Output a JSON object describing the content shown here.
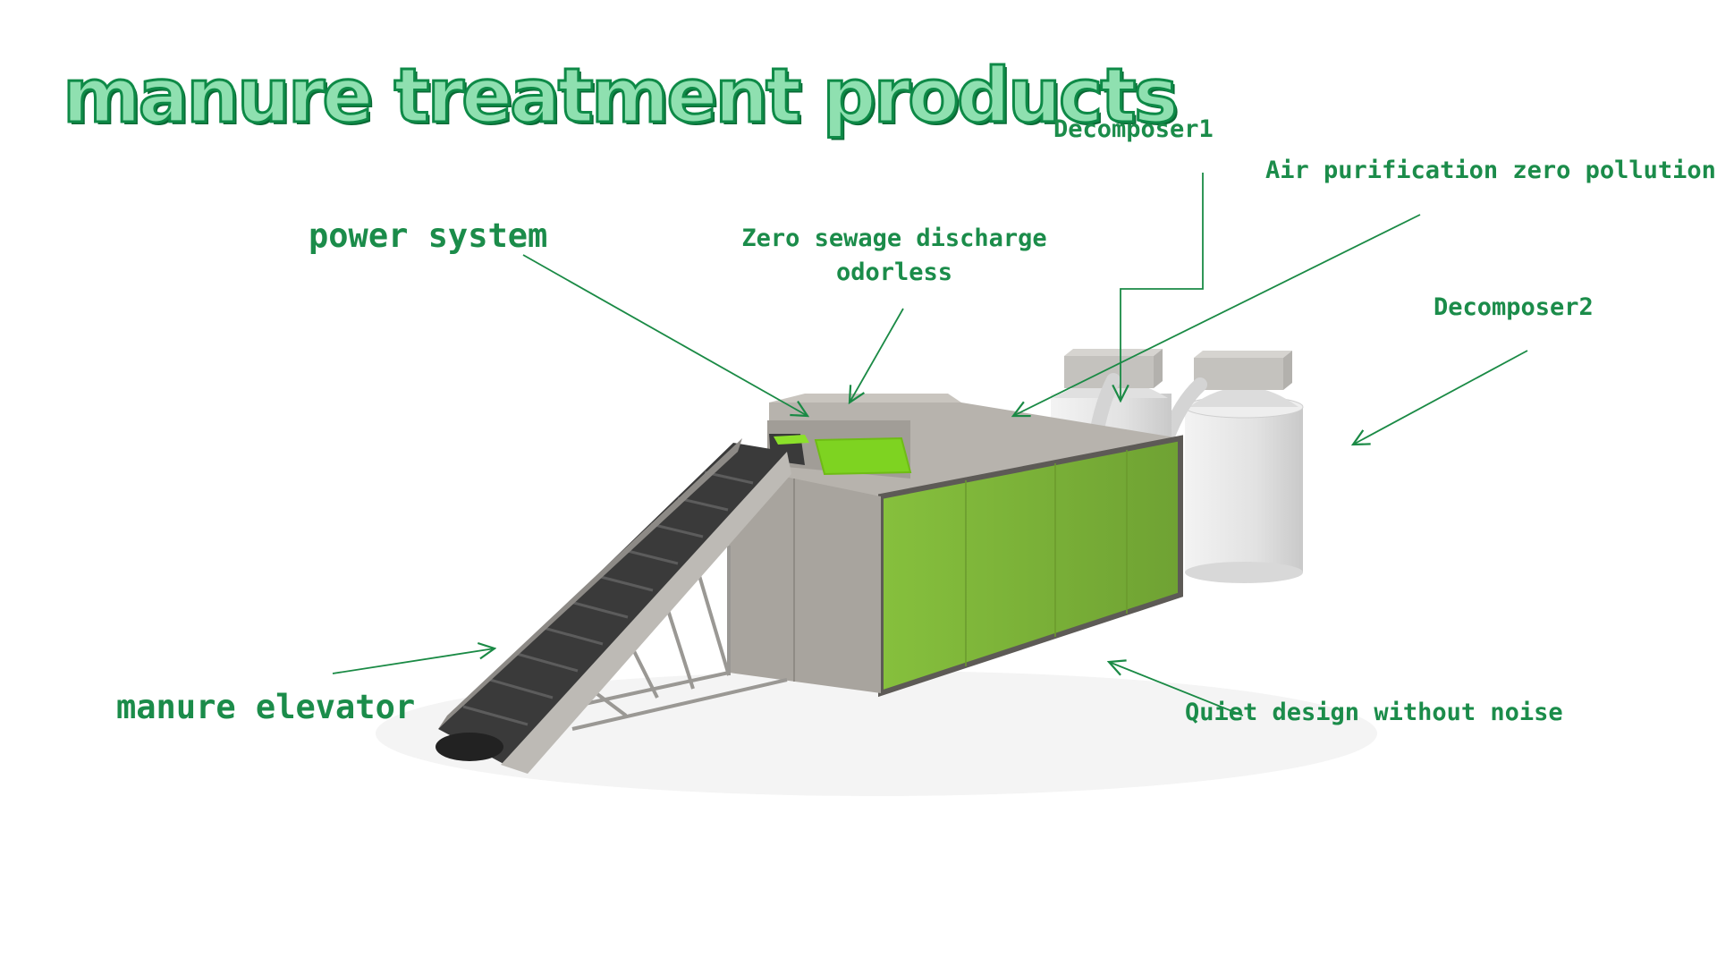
{
  "title": "manure treatment products",
  "labels": {
    "power_system": "power system",
    "zero_sewage_line1": "Zero sewage discharge",
    "zero_sewage_line2": "odorless",
    "decomposer1": "Decomposer1",
    "air_purification": "Air purification zero pollution",
    "decomposer2": "Decomposer2",
    "manure_elevator": "manure elevator",
    "quiet_design": "Quiet design without noise"
  },
  "colors": {
    "title_fill": "#8fe0b0",
    "title_outline": "#0e8a47",
    "label_text": "#1b8c4a",
    "arrow": "#1a8a45",
    "machine_green": "#7fb83a",
    "lid_green": "#7ed321",
    "steel_gray": "#a8a49e",
    "tank_white": "#e8e8e8",
    "conveyor_belt": "#3a3a3a"
  }
}
